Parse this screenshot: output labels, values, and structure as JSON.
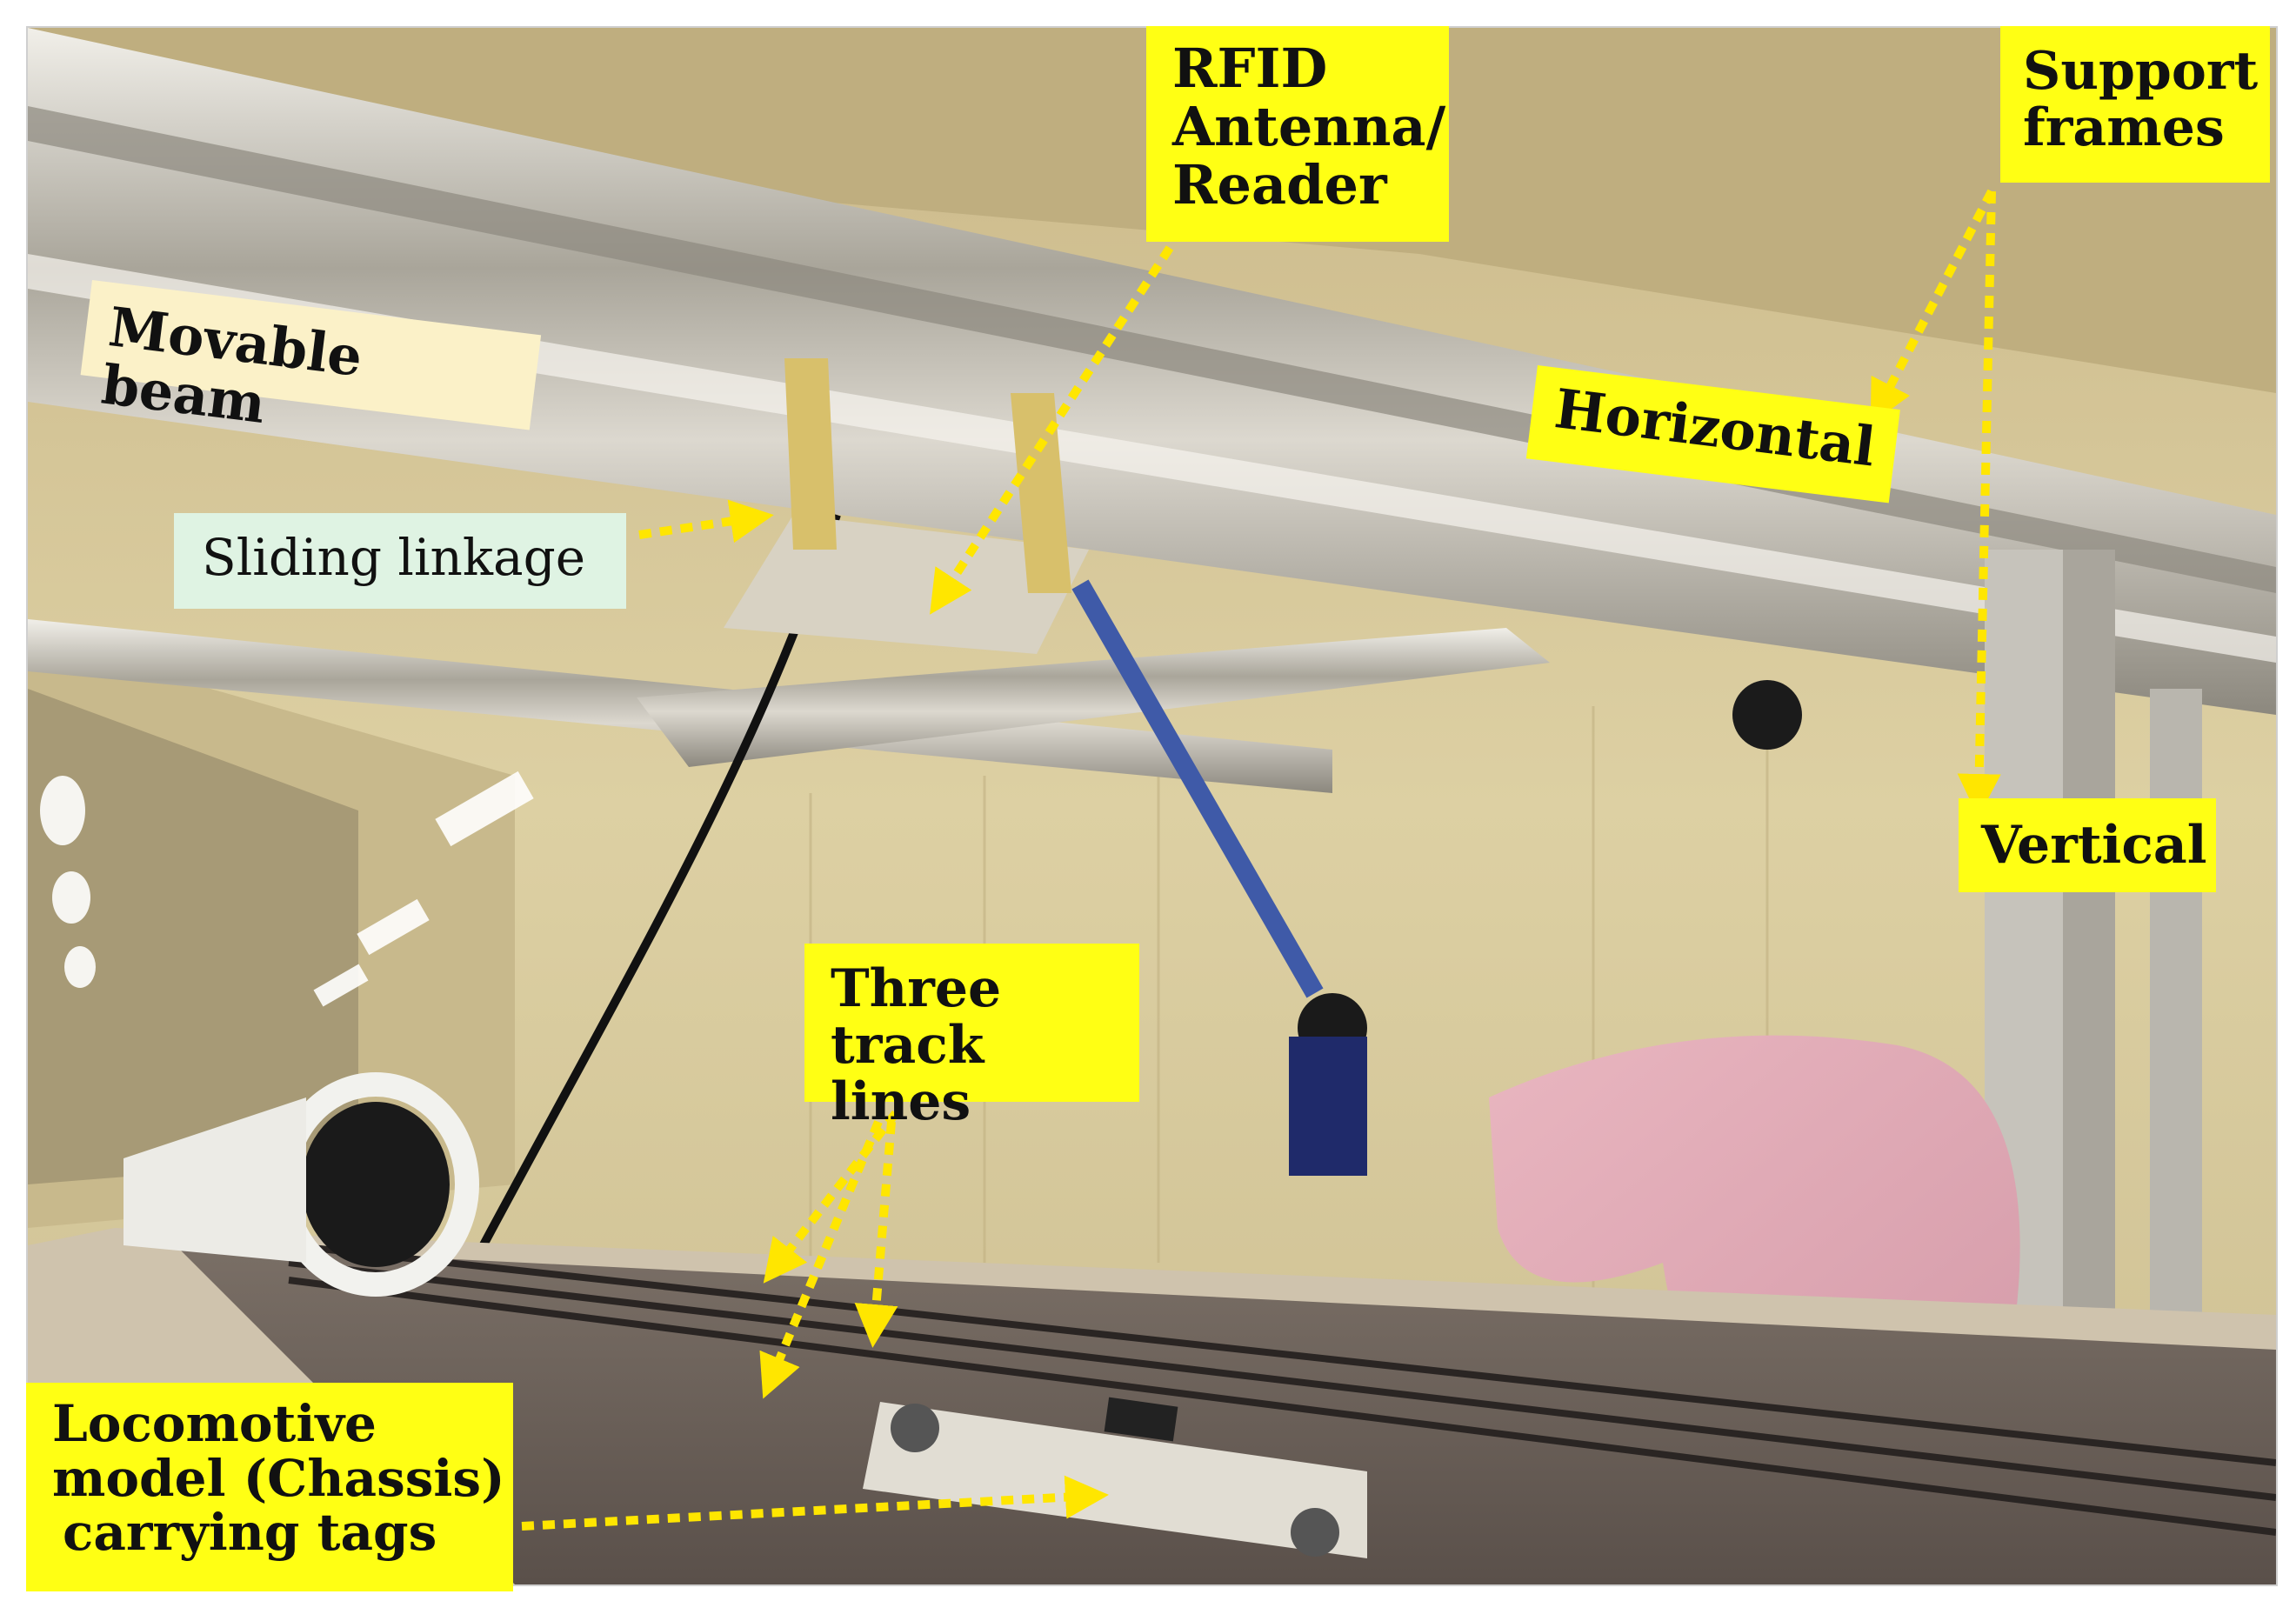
{
  "annotations": {
    "rfid": [
      "RFID",
      "Antenna/",
      "Reader"
    ],
    "support": [
      "Support",
      "frames"
    ],
    "horizontal": "Horizontal",
    "vertical": "Vertical",
    "movable_beam": "Movable beam",
    "sliding_linkage": "Sliding linkage",
    "three_track_lines": [
      "Three",
      "track lines"
    ],
    "locomotive": [
      "Locomotive",
      "model (Chassis)",
      "carrying tags"
    ]
  },
  "colors": {
    "label_yellow": "#ffff14",
    "label_cream": "#fbf1c8",
    "label_mint": "#dff3e3",
    "arrow": "#ffe600"
  }
}
